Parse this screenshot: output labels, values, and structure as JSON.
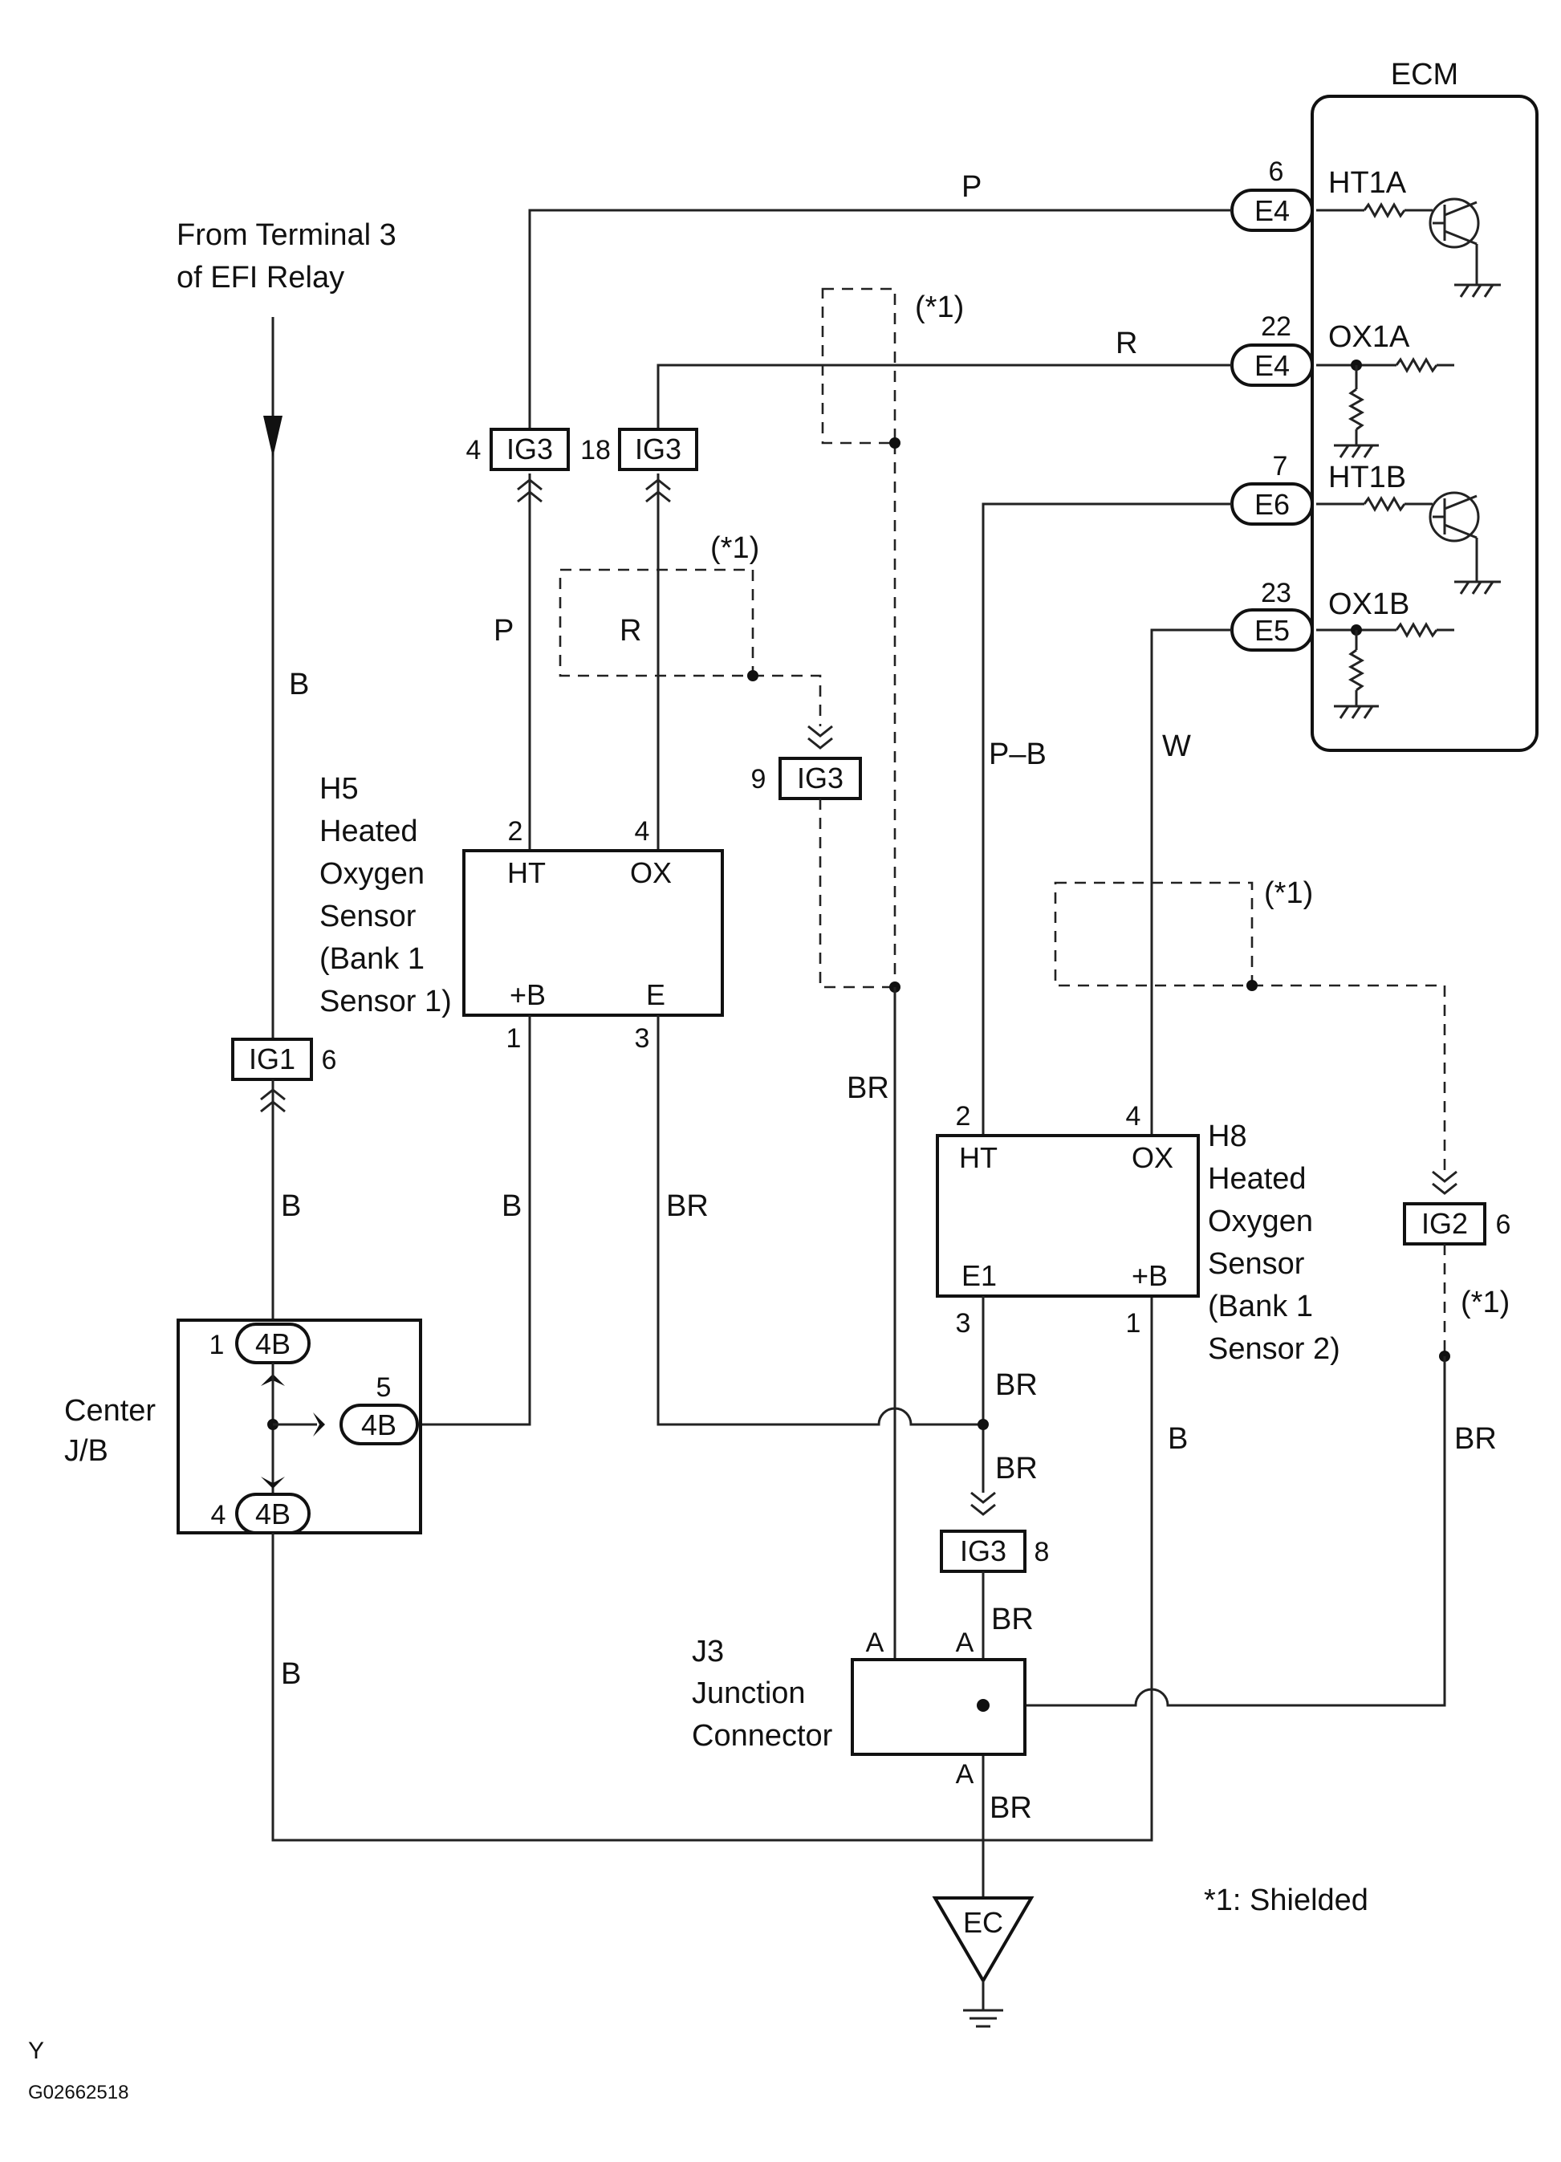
{
  "ecm": {
    "title": "ECM"
  },
  "source": {
    "line1": "From Terminal 3",
    "line2": "of EFI Relay"
  },
  "ecm_terminals": {
    "ht1a": {
      "pin": "6",
      "conn": "E4",
      "name": "HT1A"
    },
    "ox1a": {
      "pin": "22",
      "conn": "E4",
      "name": "OX1A"
    },
    "ht1b": {
      "pin": "7",
      "conn": "E6",
      "name": "HT1B"
    },
    "ox1b": {
      "pin": "23",
      "conn": "E5",
      "name": "OX1B"
    }
  },
  "connectors": {
    "ig3_4": {
      "name": "IG3",
      "pin": "4"
    },
    "ig3_18": {
      "name": "IG3",
      "pin": "18"
    },
    "ig3_9": {
      "name": "IG3",
      "pin": "9"
    },
    "ig3_8": {
      "name": "IG3",
      "pin": "8"
    },
    "ig1_6": {
      "name": "IG1",
      "pin": "6"
    },
    "ig2_6": {
      "name": "IG2",
      "pin": "6"
    }
  },
  "h5": {
    "lines": [
      "H5",
      "Heated",
      "Oxygen",
      "Sensor",
      "(Bank 1",
      "Sensor 1)"
    ],
    "terminals": {
      "ht": "HT",
      "ox": "OX",
      "b": "+B",
      "e": "E"
    },
    "pins": {
      "ht": "2",
      "ox": "4",
      "b": "1",
      "e": "3"
    }
  },
  "h8": {
    "lines": [
      "H8",
      "Heated",
      "Oxygen",
      "Sensor",
      "(Bank 1",
      "Sensor 2)"
    ],
    "terminals": {
      "ht": "HT",
      "ox": "OX",
      "e1": "E1",
      "b": "+B"
    },
    "pins": {
      "ht": "2",
      "ox": "4",
      "e1": "3",
      "b": "1"
    }
  },
  "center_jb": {
    "line1": "Center",
    "line2": "J/B",
    "conn": "4B",
    "pins": {
      "top": "1",
      "right": "5",
      "bottom": "4"
    }
  },
  "j3": {
    "line1": "J3",
    "line2": "Junction",
    "line3": "Connector",
    "pins": {
      "left_top": "A",
      "mid_top": "A",
      "bottom": "A"
    }
  },
  "ground": {
    "label": "EC"
  },
  "wire_colors": {
    "p_top": "P",
    "r_top": "R",
    "p_mid": "P",
    "r_mid": "R",
    "b_main": "B",
    "b_lower": "B",
    "b_h5": "B",
    "br_h5": "BR",
    "br_shield1": "BR",
    "p_b": "P–B",
    "w": "W",
    "br_h8a": "BR",
    "br_h8b": "BR",
    "br_j3": "BR",
    "br_gnd": "BR",
    "b_h8": "B",
    "br_ig2": "BR",
    "b_jb_bottom": "B"
  },
  "shield_notes": {
    "n1": "(*1)",
    "n2": "(*1)",
    "n3": "(*1)",
    "n4": "(*1)"
  },
  "legend": {
    "shielded": "*1: Shielded"
  },
  "footer": {
    "letter": "Y",
    "code": "G02662518"
  }
}
